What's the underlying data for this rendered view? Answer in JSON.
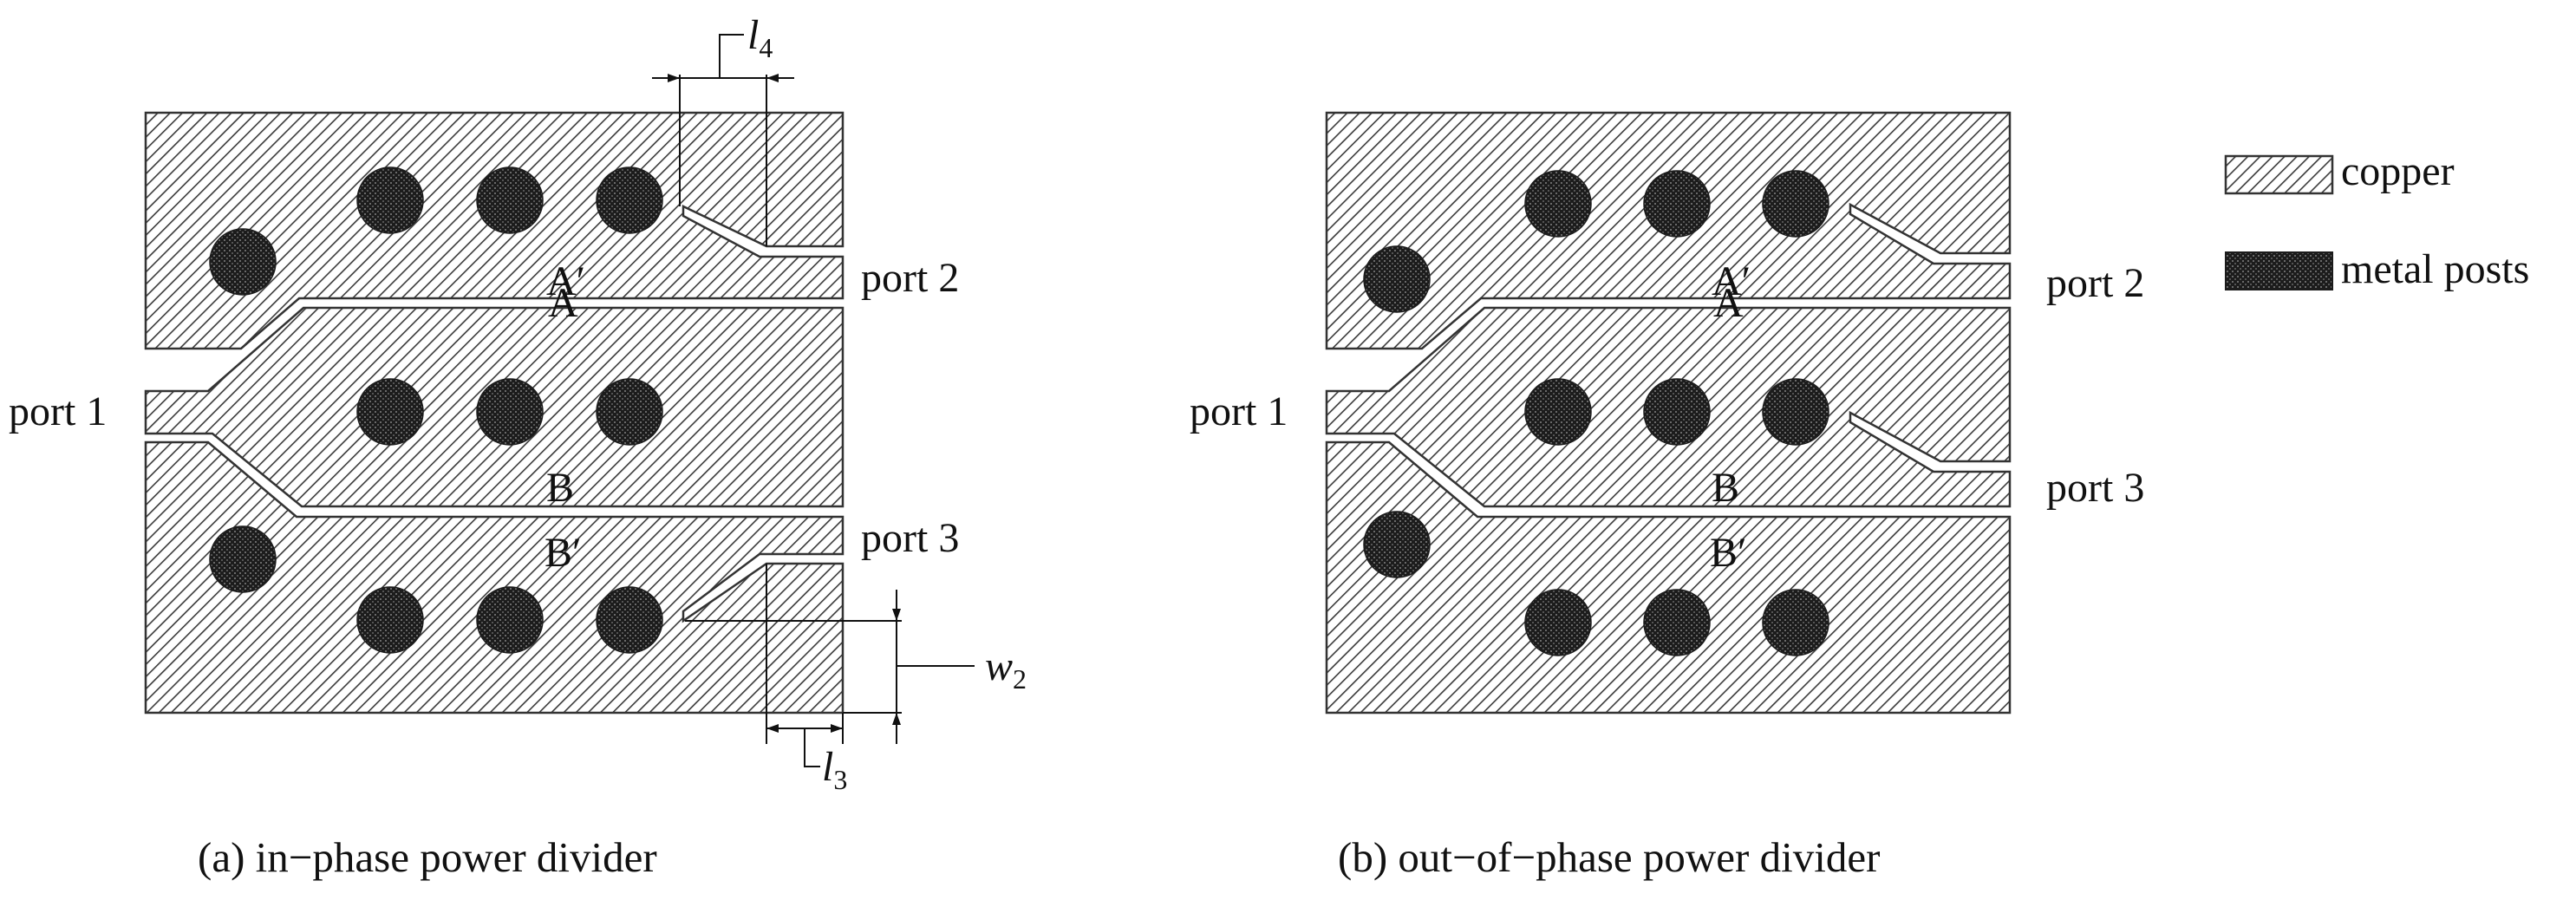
{
  "colors": {
    "copper_stroke": "#333333",
    "hatch_line": "#3a3a3a",
    "copper_fill": "#ffffff",
    "post_fill": "#1c1c1c",
    "text": "#111111"
  },
  "icons": {
    "copper_swatch": "hatch-pattern-icon",
    "posts_swatch": "dense-crosshatch-icon"
  },
  "legend": {
    "copper_label": "copper",
    "posts_label": "metal posts"
  },
  "panel_a": {
    "caption": "(a) in−phase power divider",
    "port1": "port 1",
    "port2": "port 2",
    "port3": "port 3",
    "label_a_prime": "A′",
    "label_a": "A",
    "label_b": "B",
    "label_b_prime": "B′",
    "dim_l4_main": "l",
    "dim_l4_sub": "4",
    "dim_l3_main": "l",
    "dim_l3_sub": "3",
    "dim_w2_main": "w",
    "dim_w2_sub": "2"
  },
  "panel_b": {
    "caption": "(b) out−of−phase power divider",
    "port1": "port 1",
    "port2": "port 2",
    "port3": "port 3",
    "label_a_prime": "A′",
    "label_a": "A",
    "label_b": "B",
    "label_b_prime": "B′"
  }
}
